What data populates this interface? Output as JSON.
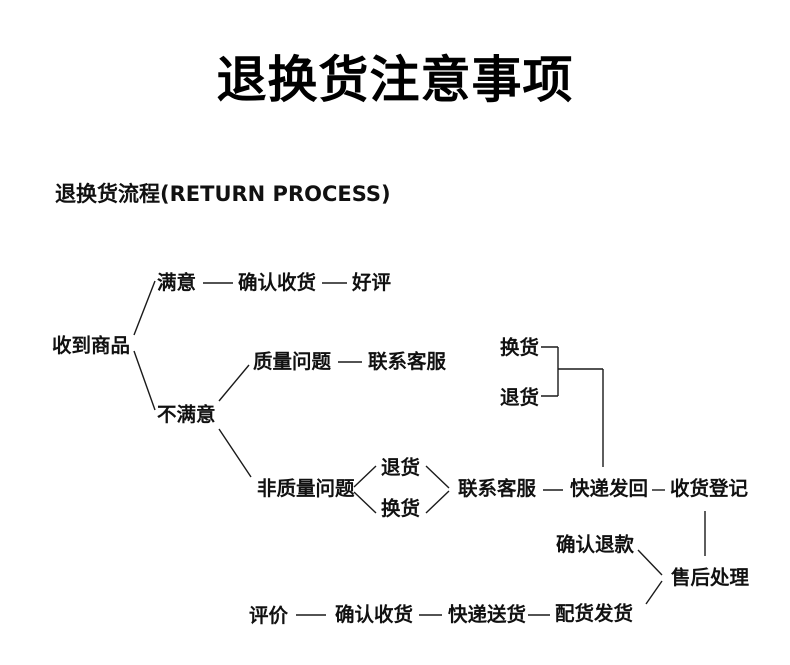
{
  "page": {
    "title": "退换货注意事项",
    "subtitle": "退换货流程(RETURN PROCESS)",
    "colors": {
      "background": "#ffffff",
      "title_text": "#000000",
      "node_text": "#111111",
      "connector_line": "#1a1a1a"
    }
  },
  "flowchart": {
    "nodes": {
      "received_goods": "收到商品",
      "satisfied": "满意",
      "confirm_receipt_top": "确认收货",
      "good_review": "好评",
      "unsatisfied": "不满意",
      "quality_issue": "质量问题",
      "contact_service_mid": "联系客服",
      "exchange_upper": "换货",
      "return_upper": "退货",
      "non_quality_issue": "非质量问题",
      "return_lower": "退货",
      "exchange_lower": "换货",
      "contact_service_bottom": "联系客服",
      "courier_send_back": "快递发回",
      "receipt_registration": "收货登记",
      "confirm_refund": "确认退款",
      "after_sales_handling": "售后处理",
      "dispatch_shipment": "配货发货",
      "courier_delivery": "快递送货",
      "confirm_receipt_bottom": "确认收货",
      "evaluation": "评价"
    },
    "edges": [
      {
        "from": "received_goods",
        "to": "satisfied"
      },
      {
        "from": "received_goods",
        "to": "unsatisfied"
      },
      {
        "from": "satisfied",
        "to": "confirm_receipt_top"
      },
      {
        "from": "confirm_receipt_top",
        "to": "good_review"
      },
      {
        "from": "unsatisfied",
        "to": "quality_issue"
      },
      {
        "from": "quality_issue",
        "to": "contact_service_mid"
      },
      {
        "from": "unsatisfied",
        "to": "non_quality_issue"
      },
      {
        "from": "non_quality_issue",
        "to": "return_lower"
      },
      {
        "from": "non_quality_issue",
        "to": "exchange_lower"
      },
      {
        "from": "return_lower",
        "to": "contact_service_bottom"
      },
      {
        "from": "exchange_lower",
        "to": "contact_service_bottom"
      },
      {
        "from": "contact_service_bottom",
        "to": "courier_send_back"
      },
      {
        "from": "exchange_upper",
        "to": "courier_send_back"
      },
      {
        "from": "return_upper",
        "to": "courier_send_back"
      },
      {
        "from": "courier_send_back",
        "to": "receipt_registration"
      },
      {
        "from": "receipt_registration",
        "to": "after_sales_handling"
      },
      {
        "from": "after_sales_handling",
        "to": "confirm_refund"
      },
      {
        "from": "after_sales_handling",
        "to": "dispatch_shipment"
      },
      {
        "from": "dispatch_shipment",
        "to": "courier_delivery"
      },
      {
        "from": "courier_delivery",
        "to": "confirm_receipt_bottom"
      },
      {
        "from": "confirm_receipt_bottom",
        "to": "evaluation"
      }
    ]
  }
}
